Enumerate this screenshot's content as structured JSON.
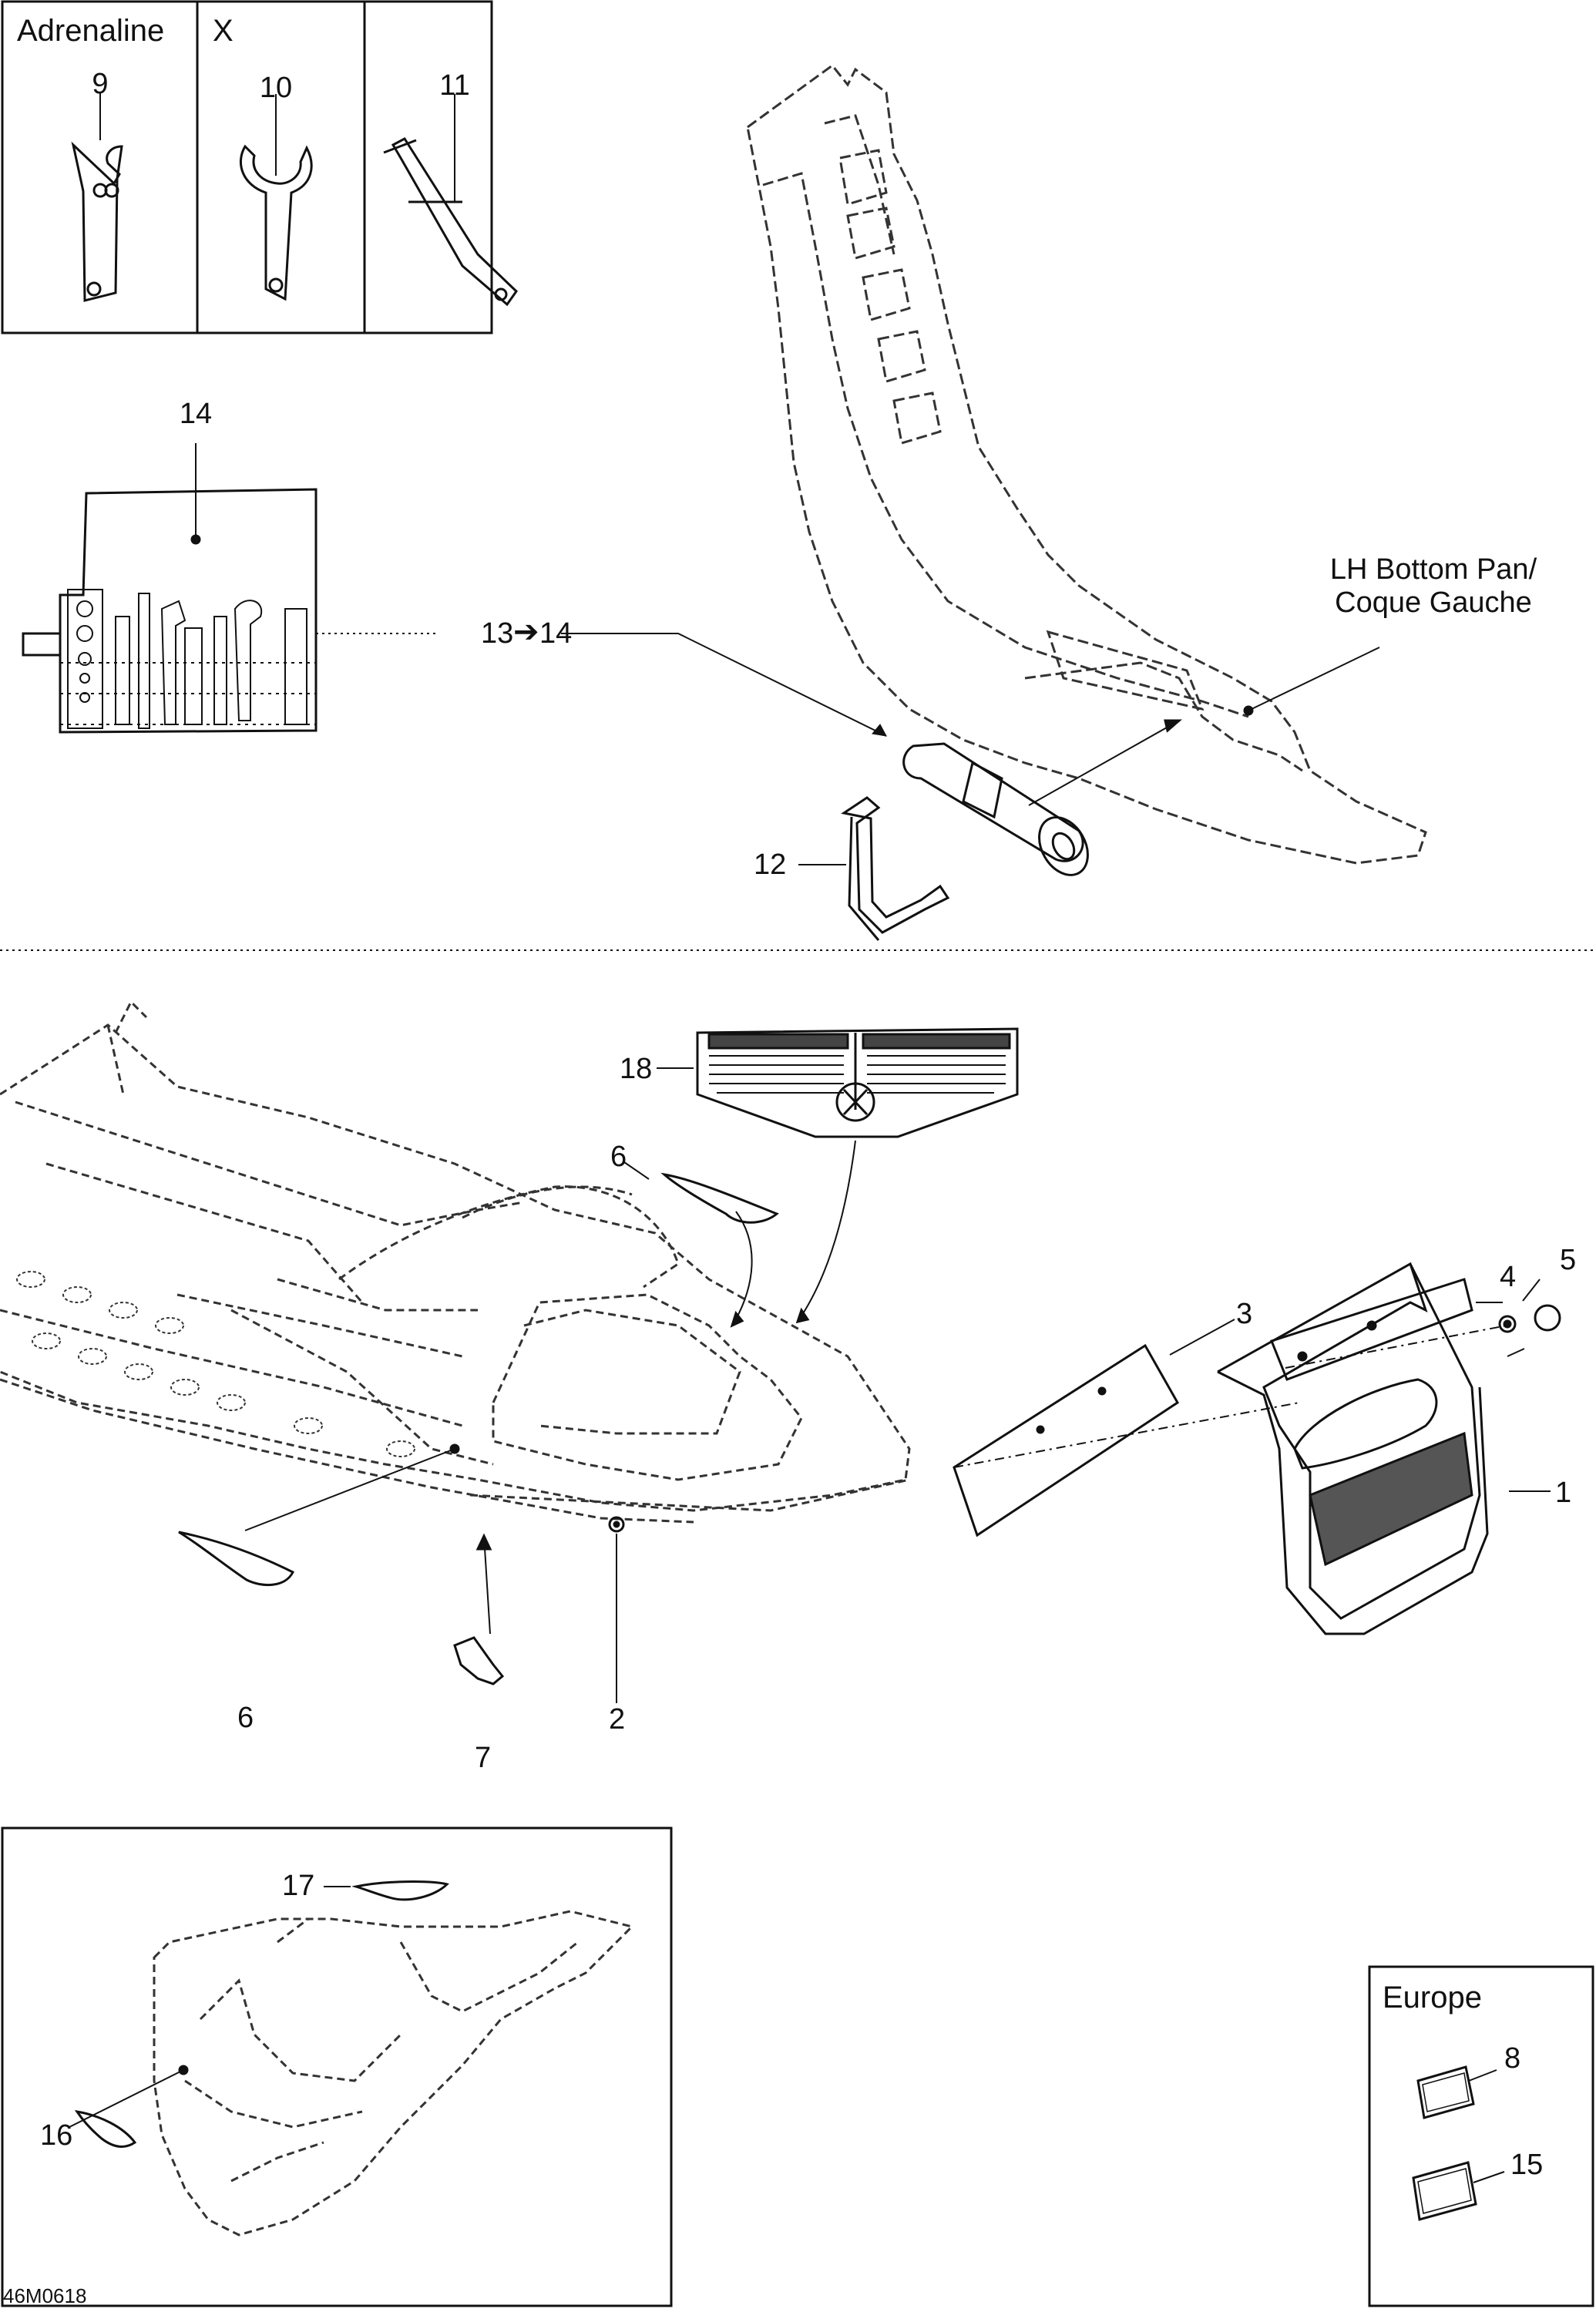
{
  "tool_box": {
    "headers": [
      "Adrenaline",
      "X"
    ],
    "items": [
      "9",
      "10",
      "11"
    ]
  },
  "tool_kit": {
    "item": "14",
    "arrow_label": "13",
    "arrow_target": "14",
    "bag_item": "12"
  },
  "bottom_pan": {
    "line1": "LH Bottom Pan/",
    "line2": "Coque Gauche"
  },
  "main_callouts": {
    "decal_warning": "18",
    "side_decal_upper": "6",
    "side_decal_lower": "6",
    "deflector": "3",
    "bolt": "4",
    "cap": "5",
    "mud_flap": "1",
    "nut": "2",
    "clip": "7"
  },
  "lower_box": {
    "decal_top": "17",
    "decal_side": "16"
  },
  "europe_box": {
    "title": "Europe",
    "items": [
      "8",
      "15"
    ]
  },
  "reference": "46M0618",
  "colors": {
    "line": "#111111",
    "dash": "#333333",
    "fill_dark": "#444444"
  }
}
